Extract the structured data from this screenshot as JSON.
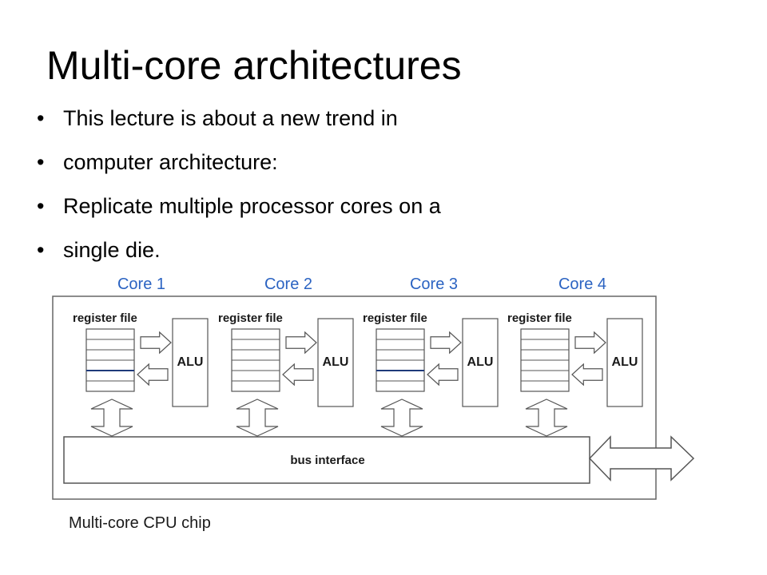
{
  "slide": {
    "title": "Multi-core architectures",
    "bullets": [
      "This lecture is about a new trend in",
      "computer architecture:",
      "Replicate multiple processor cores on a",
      "single die."
    ]
  },
  "diagram": {
    "cores": [
      {
        "label": "Core 1",
        "register_file": "register file",
        "alu": "ALU"
      },
      {
        "label": "Core 2",
        "register_file": "register file",
        "alu": "ALU"
      },
      {
        "label": "Core 3",
        "register_file": "register file",
        "alu": "ALU"
      },
      {
        "label": "Core 4",
        "register_file": "register file",
        "alu": "ALU"
      }
    ],
    "bus_interface": "bus interface",
    "caption": "Multi-core CPU chip",
    "colors": {
      "core_label": "#2b63c2",
      "outline": "#555555",
      "register_emphasis": "#1f3a7a"
    }
  }
}
